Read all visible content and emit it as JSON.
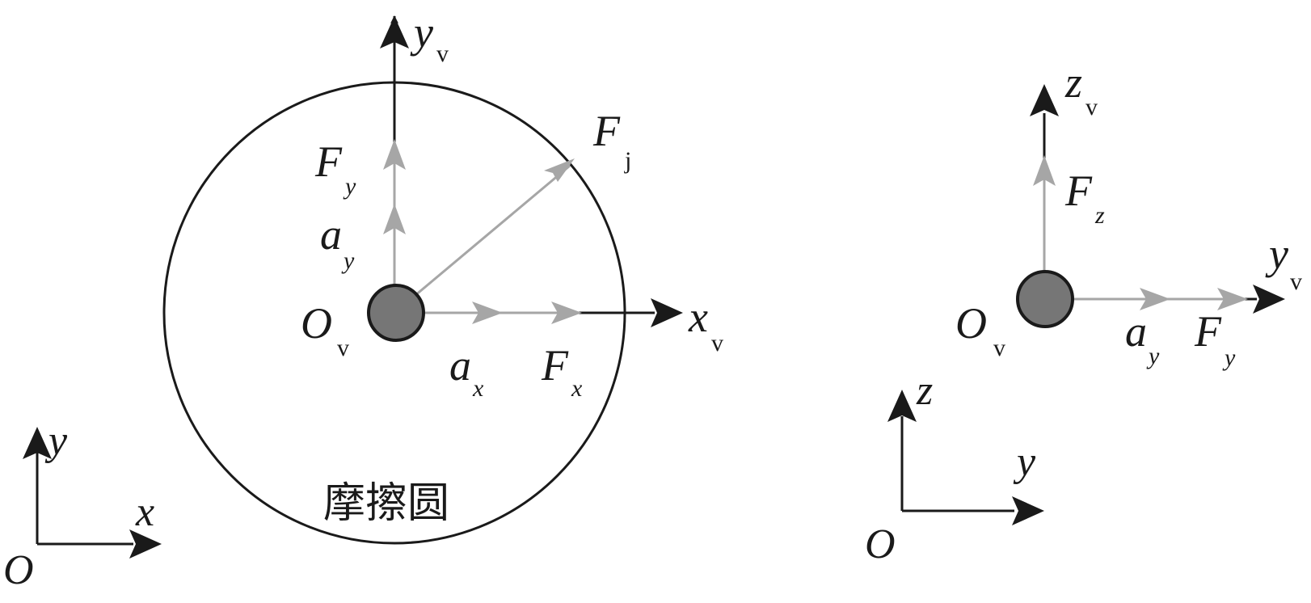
{
  "colors": {
    "black": "#1a1a1a",
    "gray": "#a6a6a6",
    "mass_fill": "#767676"
  },
  "left_view": {
    "friction_circle_label": "摩擦圆",
    "origin": {
      "main": "O",
      "sub": "v"
    },
    "axis_x": {
      "main": "x",
      "sub": "v"
    },
    "axis_y": {
      "main": "y",
      "sub": "v"
    },
    "force_x": {
      "main": "F",
      "sub": "x"
    },
    "force_y": {
      "main": "F",
      "sub": "y"
    },
    "force_j": {
      "main": "F",
      "sub": "j"
    },
    "accel_x": {
      "main": "a",
      "sub": "x"
    },
    "accel_y": {
      "main": "a",
      "sub": "y"
    }
  },
  "left_ground_frame": {
    "origin": "O",
    "x": "x",
    "y": "y"
  },
  "right_view": {
    "origin": {
      "main": "O",
      "sub": "v"
    },
    "axis_z": {
      "main": "z",
      "sub": "v"
    },
    "axis_y": {
      "main": "y",
      "sub": "v"
    },
    "force_z": {
      "main": "F",
      "sub": "z"
    },
    "force_y": {
      "main": "F",
      "sub": "y"
    },
    "accel_y": {
      "main": "a",
      "sub": "y"
    }
  },
  "right_ground_frame": {
    "origin": "O",
    "y": "y",
    "z": "z"
  }
}
